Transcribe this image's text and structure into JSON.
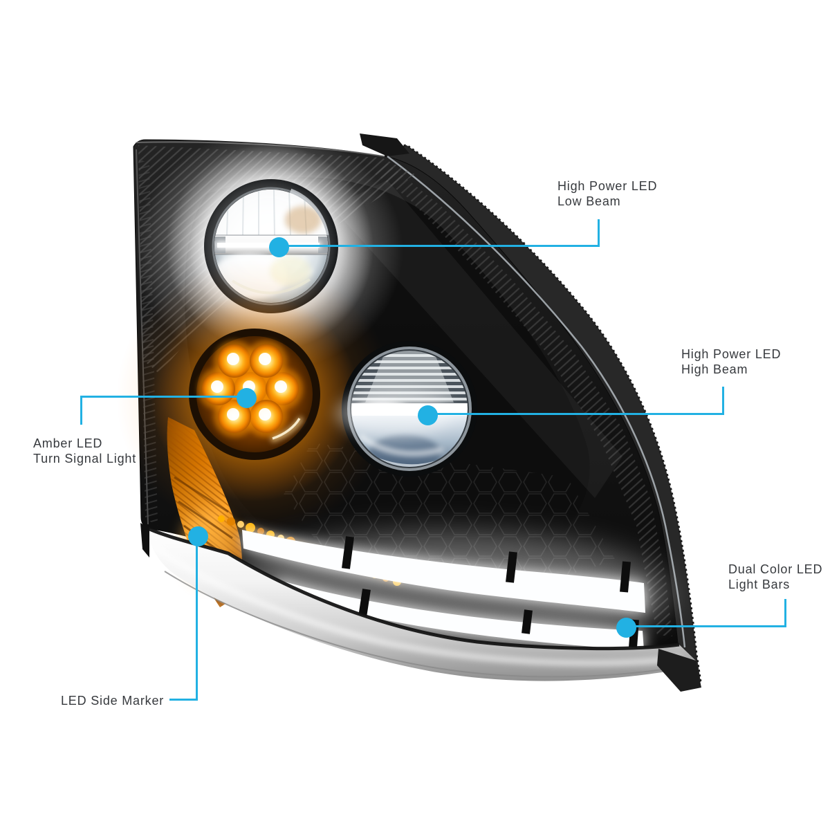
{
  "callouts": {
    "low_beam": {
      "lines": [
        "High Power LED",
        "Low Beam"
      ]
    },
    "high_beam": {
      "lines": [
        "High Power LED",
        "High Beam"
      ]
    },
    "turn_signal": {
      "lines": [
        "Amber LED",
        "Turn Signal Light"
      ]
    },
    "light_bars": {
      "lines": [
        "Dual Color LED",
        "Light Bars"
      ]
    },
    "side_marker": {
      "lines": [
        "LED Side Marker"
      ]
    }
  },
  "colors": {
    "accent": "#22b1e3",
    "label_text": "#36393d",
    "background": "#ffffff",
    "amber_led": "#ffa200",
    "chrome": "#d9d9d9",
    "housing": "#101010"
  }
}
